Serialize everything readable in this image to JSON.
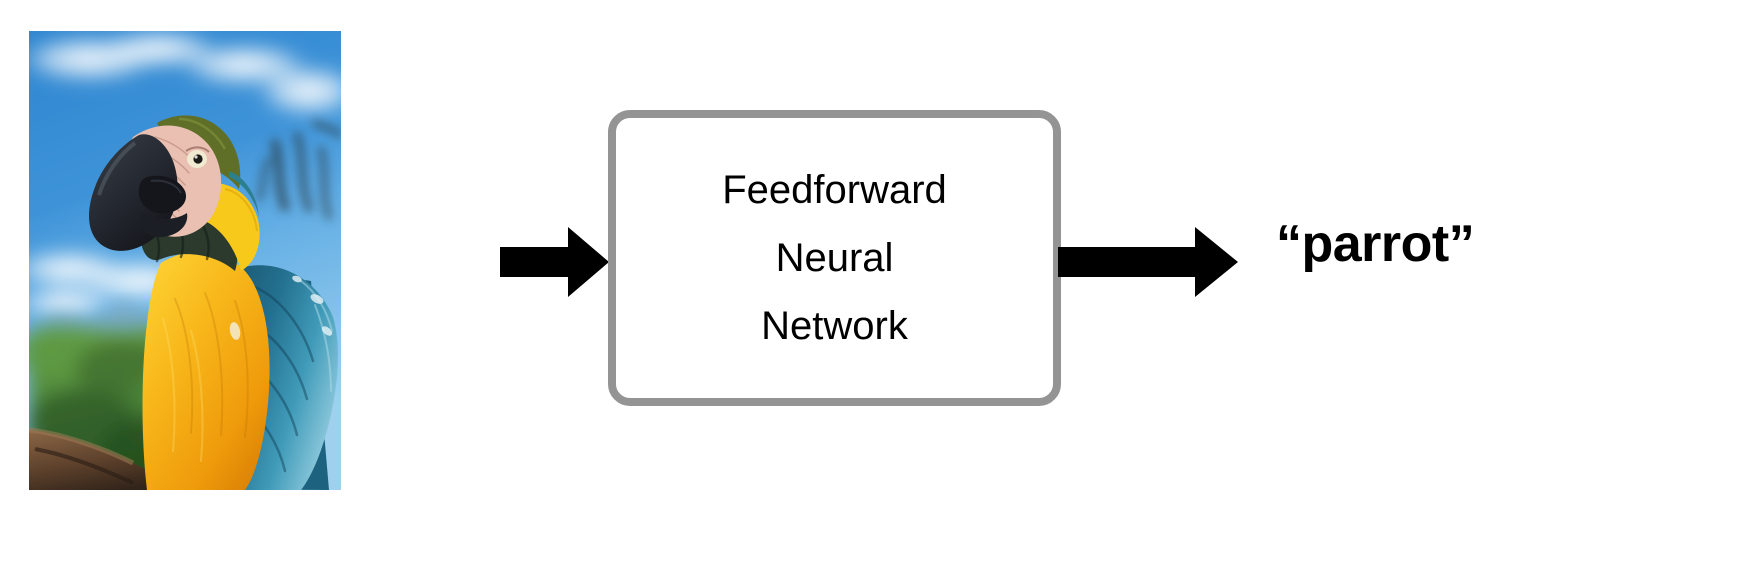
{
  "figure": {
    "type": "pipeline-diagram",
    "background_color": "#ffffff"
  },
  "input": {
    "name": "parrot-photograph",
    "alt": "Photograph of a blue-and-gold macaw parrot perched on a wooden branch against a blue sky with clouds and green hills",
    "subject": "blue-and-gold macaw",
    "colors": {
      "sky": "#2f86d0",
      "sky_light": "#7fc0ec",
      "cloud": "#f2f7fb",
      "plumage_yellow": "#f5a81c",
      "plumage_yellow_light": "#fcc629",
      "plumage_blue": "#1c5f7e",
      "plumage_blue_light": "#2d87a8",
      "beak_dark": "#23262d",
      "face_pale": "#e4b6a8",
      "foliage": "#4f8a3c",
      "foliage_dark": "#2f5c28",
      "branch": "#6b4b34"
    }
  },
  "arrows": {
    "input_arrow": {
      "icon": "right-arrow-icon",
      "color": "#000000",
      "direction": "right"
    },
    "output_arrow": {
      "icon": "right-arrow-icon",
      "color": "#000000",
      "direction": "right"
    }
  },
  "model": {
    "border_color": "#949494",
    "fill_color": "#ffffff",
    "lines": [
      "Feedforward",
      "Neural",
      "Network"
    ]
  },
  "output": {
    "label": "“parrot”",
    "color": "#000000"
  }
}
